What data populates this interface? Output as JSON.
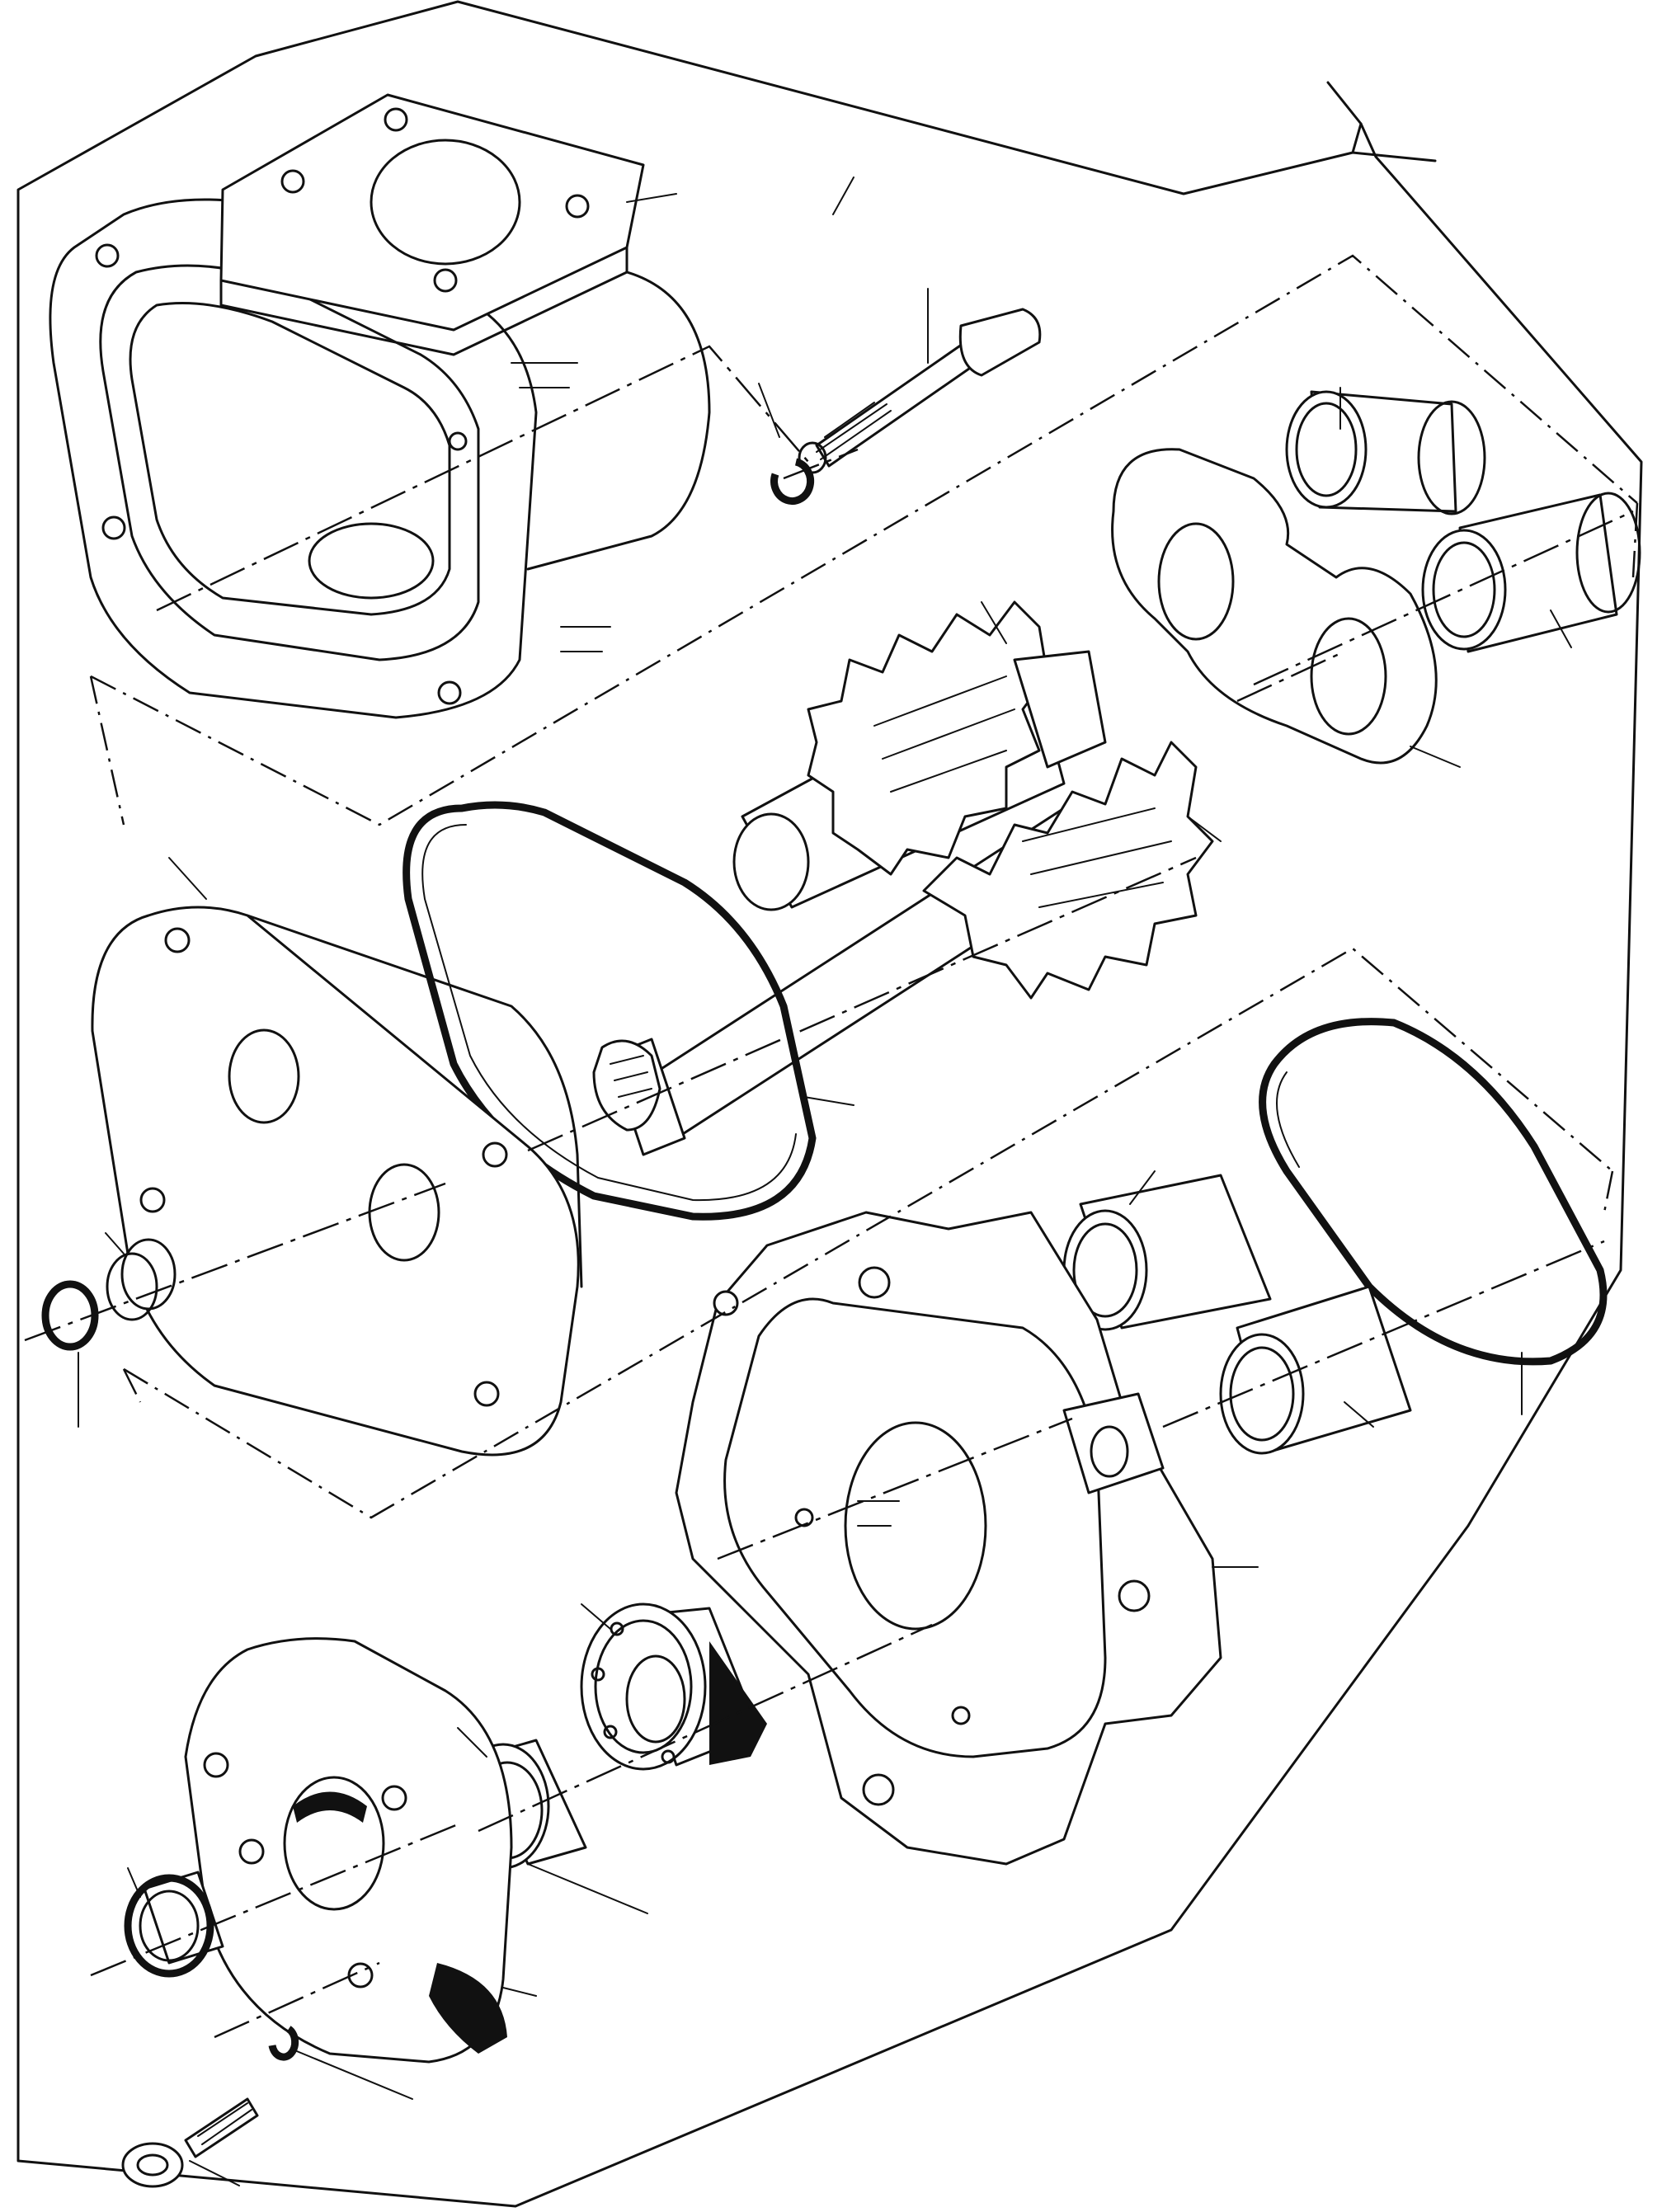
{
  "diagram": {
    "type": "exploded-assembly-illustration",
    "colors": {
      "line": "#111111",
      "paper": "#ffffff"
    },
    "parts": [
      "pump-housing",
      "housing-through-bolt",
      "snap-ring",
      "bushing",
      "wear-plate",
      "drive-gear-shaft",
      "idler-gear",
      "housing-o-ring",
      "rear-cover-plate",
      "plug",
      "seal-ring",
      "front-housing",
      "ball-bearing",
      "shaft-seal",
      "mounting-flange",
      "cap-screw"
    ],
    "leader_count": 24
  }
}
